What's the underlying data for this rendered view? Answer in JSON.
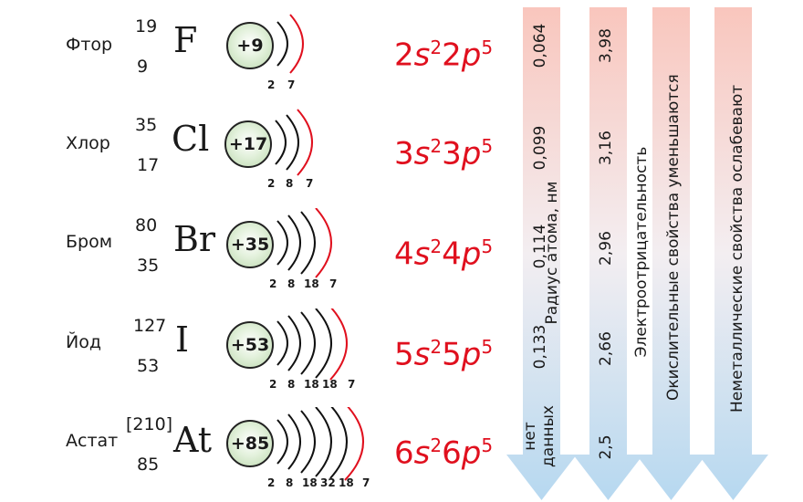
{
  "elements": [
    {
      "name": "Фтор",
      "mass": "19",
      "z": "9",
      "symbol": "F",
      "charge": "+9",
      "shells": [
        "2",
        "7"
      ],
      "config": {
        "n1": "2",
        "l1": "s",
        "e1": "2",
        "n2": "2",
        "l2": "p",
        "e2": "5"
      }
    },
    {
      "name": "Хлор",
      "mass": "35",
      "z": "17",
      "symbol": "Cl",
      "charge": "+17",
      "shells": [
        "2",
        "8",
        "7"
      ],
      "config": {
        "n1": "3",
        "l1": "s",
        "e1": "2",
        "n2": "3",
        "l2": "p",
        "e2": "5"
      }
    },
    {
      "name": "Бром",
      "mass": "80",
      "z": "35",
      "symbol": "Br",
      "charge": "+35",
      "shells": [
        "2",
        "8",
        "18",
        "7"
      ],
      "config": {
        "n1": "4",
        "l1": "s",
        "e1": "2",
        "n2": "4",
        "l2": "p",
        "e2": "5"
      }
    },
    {
      "name": "Йод",
      "mass": "127",
      "z": "53",
      "symbol": "I",
      "charge": "+53",
      "shells": [
        "2",
        "8",
        "18",
        "18",
        "7"
      ],
      "config": {
        "n1": "5",
        "l1": "s",
        "e1": "2",
        "n2": "5",
        "l2": "p",
        "e2": "5"
      }
    },
    {
      "name": "Астат",
      "mass": "[210]",
      "z": "85",
      "symbol": "At",
      "charge": "+85",
      "shells": [
        "2",
        "8",
        "18",
        "32",
        "18",
        "7"
      ],
      "config": {
        "n1": "6",
        "l1": "s",
        "e1": "2",
        "n2": "6",
        "l2": "p",
        "e2": "5"
      }
    }
  ],
  "arrows": {
    "radius": {
      "label": "Радиус атома, нм",
      "values": [
        "0,064",
        "0,099",
        "0,114",
        "0,133",
        "нет данных"
      ]
    },
    "electronegativity": {
      "label": "Электроотрицательность",
      "values": [
        "3,98",
        "3,16",
        "2,96",
        "2,66",
        "2,5"
      ]
    },
    "oxidizing": {
      "label": "Окислительные свойства уменьшаются"
    },
    "nonmetallic": {
      "label": "Неметаллические свойства ослабевают"
    }
  },
  "colors": {
    "arrow_top": "#f9c6bd",
    "arrow_bottom": "#b6d8f0",
    "config": "#e0101e",
    "outer_shell": "#e0101e",
    "nucleus_fill": "#cfe6c4"
  }
}
